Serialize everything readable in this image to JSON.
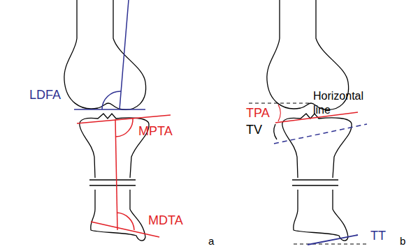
{
  "diagram": {
    "labels": [
      "LDFA",
      "MPTA",
      "MDTA",
      "a",
      "Horizontal line",
      "TPA",
      "TV",
      "TT",
      "b"
    ]
  }
}
